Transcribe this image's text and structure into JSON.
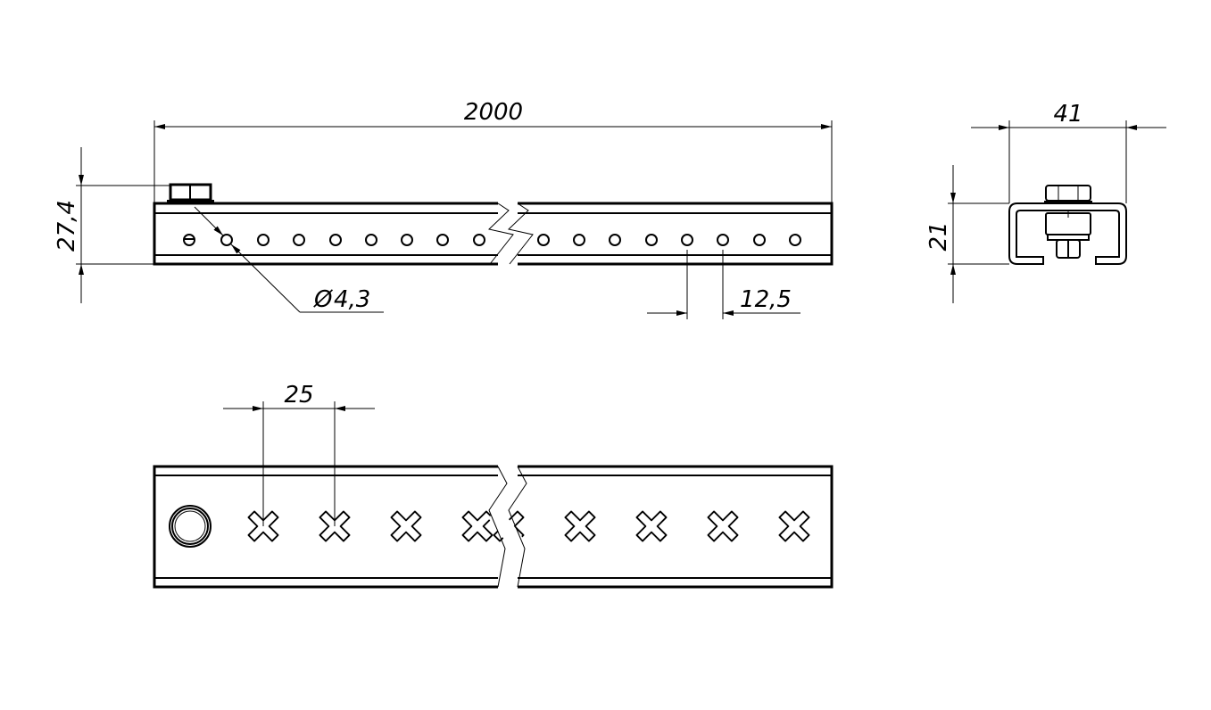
{
  "drawing": {
    "dimensions": {
      "length": "2000",
      "height_with_bolt": "27,4",
      "hole_diameter": "4,3",
      "diameter_symbol": "Ø",
      "hole_pitch_top": "12,5",
      "width_side": "41",
      "height_side": "21",
      "cross_hole_pitch": "25"
    }
  }
}
